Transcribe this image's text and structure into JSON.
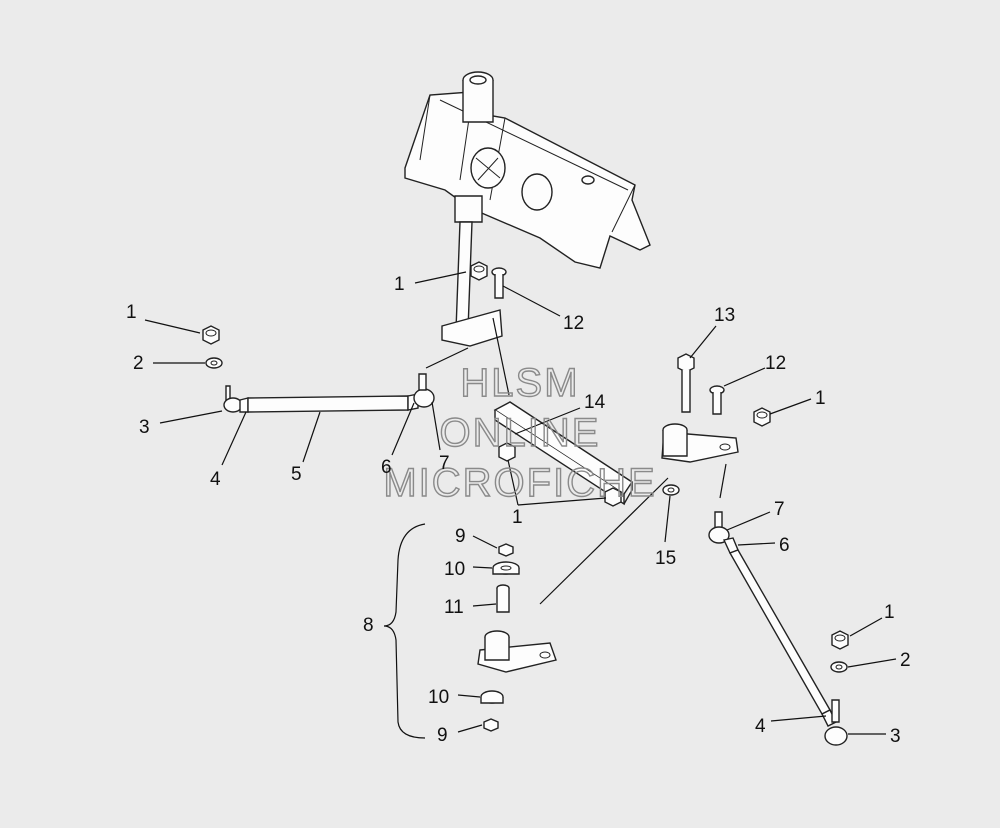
{
  "watermark": {
    "line1": "HLSM",
    "line2": "ONLINE",
    "line3": "MICROFICHE"
  },
  "callouts": {
    "c1_upper": "1",
    "c12_upper": "12",
    "c1_left": "1",
    "c2_left": "2",
    "c3_left": "3",
    "c4_left": "4",
    "c5": "5",
    "c6_left": "6",
    "c7_left": "7",
    "c14": "14",
    "c13": "13",
    "c12_right": "12",
    "c1_right": "1",
    "c1_center": "1",
    "c15": "15",
    "c7_right": "7",
    "c6_right": "6",
    "c9_top": "9",
    "c10_top": "10",
    "c11": "11",
    "c8": "8",
    "c10_bottom": "10",
    "c9_bottom": "9",
    "c1_lower_right": "1",
    "c2_lower_right": "2",
    "c4_lower_right": "4",
    "c3_lower_right": "3"
  }
}
